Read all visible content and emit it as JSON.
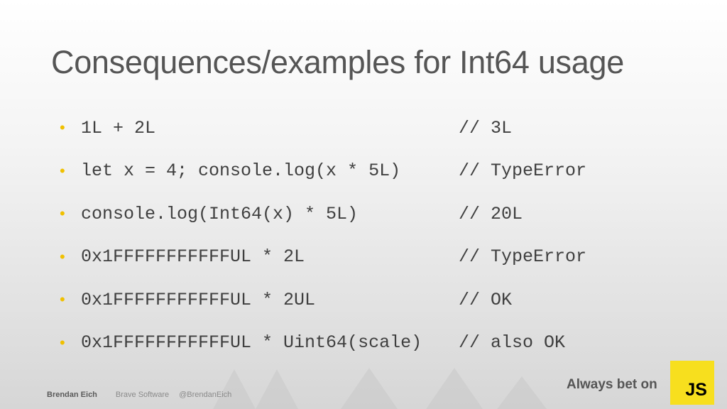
{
  "slide": {
    "title": "Consequences/examples for Int64 usage",
    "bullets": [
      {
        "code": "1L + 2L",
        "comment": "// 3L"
      },
      {
        "code": "let x = 4; console.log(x * 5L)",
        "comment": "// TypeError"
      },
      {
        "code": "console.log(Int64(x) * 5L)",
        "comment": "// 20L"
      },
      {
        "code": "0x1FFFFFFFFFFFUL * 2L",
        "comment": "// TypeError"
      },
      {
        "code": "0x1FFFFFFFFFFFUL * 2UL",
        "comment": "// OK"
      },
      {
        "code": "0x1FFFFFFFFFFFUL * Uint64(scale)",
        "comment": "// also OK"
      }
    ],
    "bullet_color": "#f0c000"
  },
  "footer": {
    "author": "Brendan Eich",
    "company": "Brave Software",
    "handle": "@BrendanEich",
    "tagline": "Always bet on",
    "logo_text": "JS",
    "logo_color": "#f7df1e"
  }
}
